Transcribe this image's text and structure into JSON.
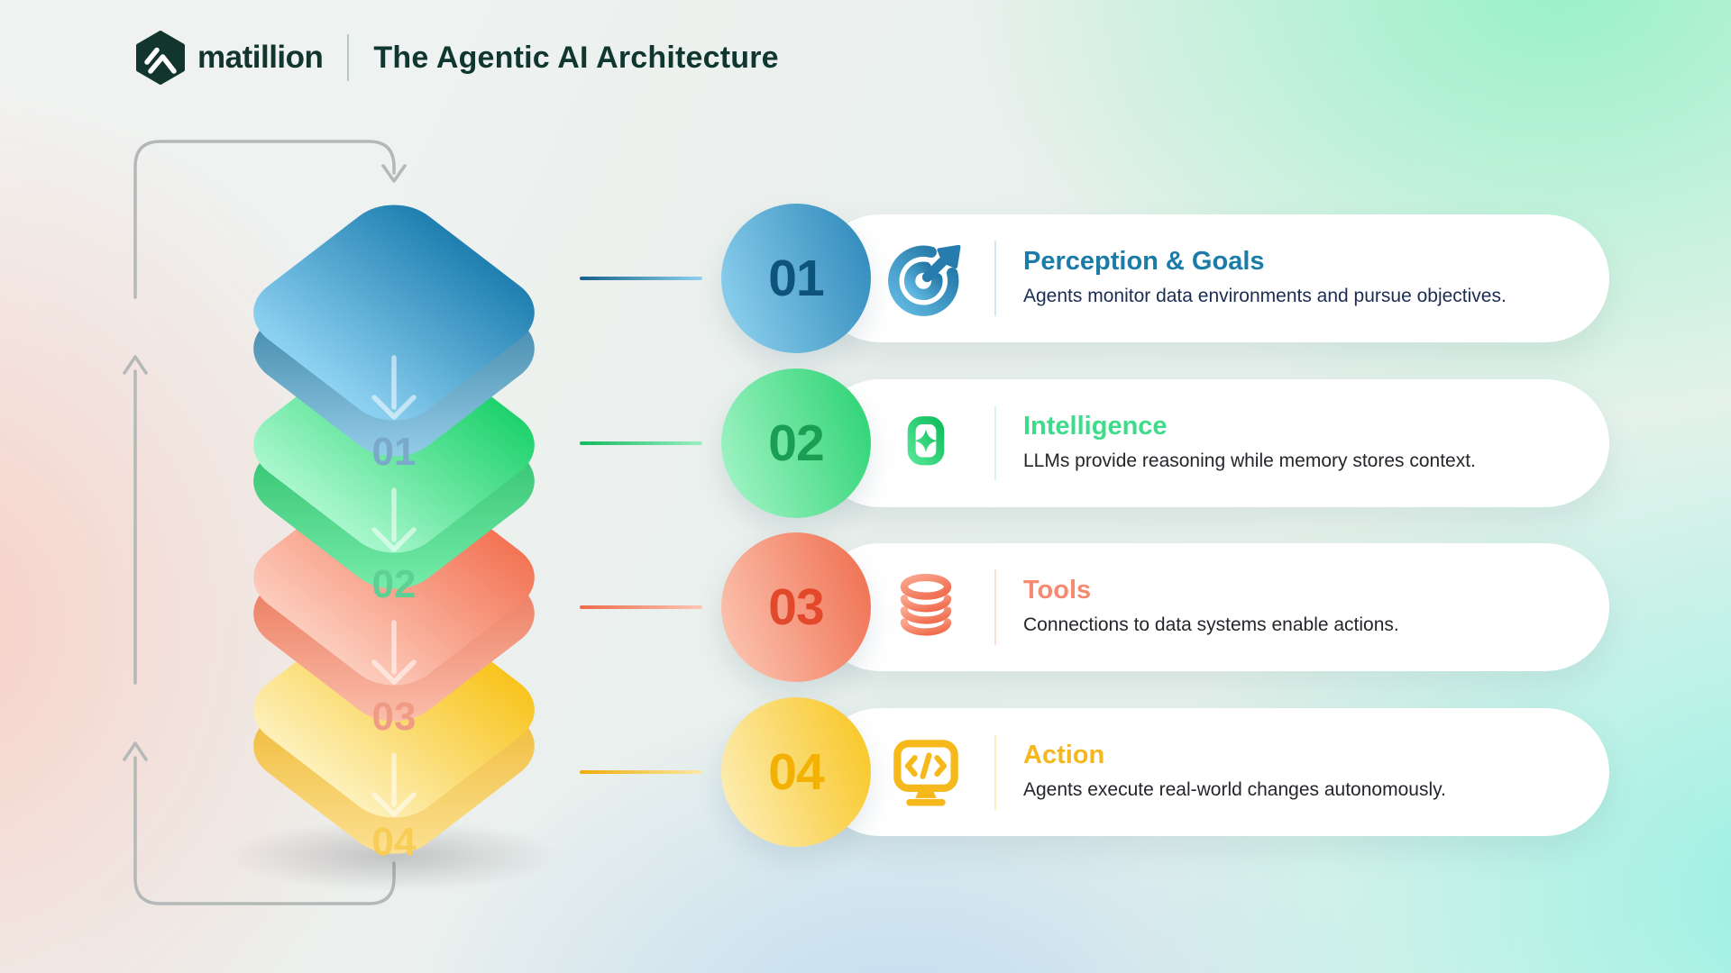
{
  "header": {
    "brand": "matillion",
    "logo_icon": "matillion-hexagon-logo",
    "title": "The Agentic AI Architecture",
    "brand_color": "#12352E"
  },
  "stack": {
    "description_icon": "isometric-layer-stack",
    "flow_icons": [
      "down-arrow-icon",
      "feedback-loop-arrow"
    ],
    "layers": [
      {
        "num": "01",
        "color_name": "blue",
        "face_light": "#8ED2F2",
        "face_dark": "#1F7FB0",
        "rim": "#145E85"
      },
      {
        "num": "02",
        "color_name": "green",
        "face_light": "#A9F7CD",
        "face_dark": "#1ED26C",
        "rim": "#0CA94E"
      },
      {
        "num": "03",
        "color_name": "coral",
        "face_light": "#FCCCBC",
        "face_dark": "#F37455",
        "rim": "#E2512F"
      },
      {
        "num": "04",
        "color_name": "yellow",
        "face_light": "#FDF0BA",
        "face_dark": "#F8C41D",
        "rim": "#E8A506"
      }
    ]
  },
  "cards": [
    {
      "num": "01",
      "icon": "target-dart-icon",
      "title": "Perception & Goals",
      "description": "Agents monitor data environments and pursue objectives.",
      "accent": "#1B7CA8",
      "number_color": "#0E5379",
      "circle_gradient": [
        "#93D5F1",
        "#2B86B8"
      ]
    },
    {
      "num": "02",
      "icon": "ai-chip-icon",
      "title": "Intelligence",
      "description": "LLMs provide reasoning while memory stores context.",
      "accent": "#3EDC8A",
      "number_color": "#1A9E54",
      "circle_gradient": [
        "#A9F6CA",
        "#27D170"
      ]
    },
    {
      "num": "03",
      "icon": "database-icon",
      "title": "Tools",
      "description": "Connections to data systems enable actions.",
      "accent": "#F58A70",
      "number_color": "#E2492B",
      "circle_gradient": [
        "#FCCAB8",
        "#EF6B4B"
      ]
    },
    {
      "num": "04",
      "icon": "monitor-code-icon",
      "title": "Action",
      "description": "Agents execute real-world changes autonomously.",
      "accent": "#F5B71F",
      "number_color": "#F3B203",
      "circle_gradient": [
        "#FDF0BF",
        "#F8C41D"
      ]
    }
  ]
}
